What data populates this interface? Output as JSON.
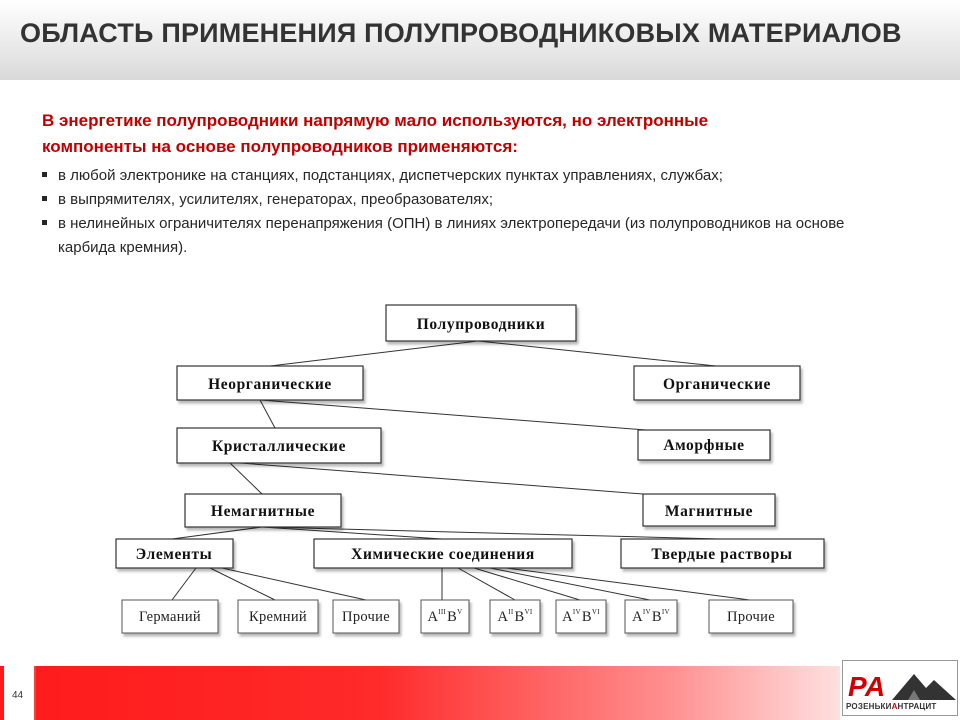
{
  "title": "ОБЛАСТЬ ПРИМЕНЕНИЯ ПОЛУПРОВОДНИКОВЫХ МАТЕРИАЛОВ",
  "intro": {
    "line1": "В энергетике полупроводники напрямую мало используются, но электронные",
    "line2": "компоненты на основе полупроводников применяются:"
  },
  "bullets": [
    "в любой электронике на станциях, подстанциях, диспетчерских пунктах управлениях, службах;",
    "в выпрямителях, усилителях, генераторах, преобразователях;",
    "в нелинейных ограничителях перенапряжения (ОПН) в линиях электропередачи (из полупроводников на основе карбида кремния)."
  ],
  "diagram": {
    "root": "Полупроводники",
    "inorganic": "Неорганические",
    "organic": "Органические",
    "crystalline": "Кристаллические",
    "amorphous": "Аморфные",
    "nonmagnetic": "Немагнитные",
    "magnetic": "Магнитные",
    "elements": "Элементы",
    "compounds": "Химические соединения",
    "solid_solutions": "Твердые растворы",
    "germanium": "Германий",
    "silicon": "Кремний",
    "other_elements": "Прочие",
    "other_compounds": "Прочие",
    "compound_a3b5": {
      "a": "A",
      "a_sup": "III",
      "b": "B",
      "b_sup": "V"
    },
    "compound_a2b6": {
      "a": "A",
      "a_sup": "II",
      "b": "B",
      "b_sup": "VI"
    },
    "compound_a4b6": {
      "a": "A",
      "a_sup": "IV",
      "b": "B",
      "b_sup": "VI"
    },
    "compound_a4b4": {
      "a": "A",
      "a_sup": "IV",
      "b": "B",
      "b_sup": "IV"
    }
  },
  "footer": {
    "page_number": "44",
    "logo_letters": "РА",
    "logo_caption_left": "РОЗЕНЬКИ",
    "logo_caption_mid": "А",
    "logo_caption_right": "НТРАЦИТ"
  },
  "colors": {
    "accent_red": "#c00000",
    "footer_red": "#ff1a1a"
  }
}
